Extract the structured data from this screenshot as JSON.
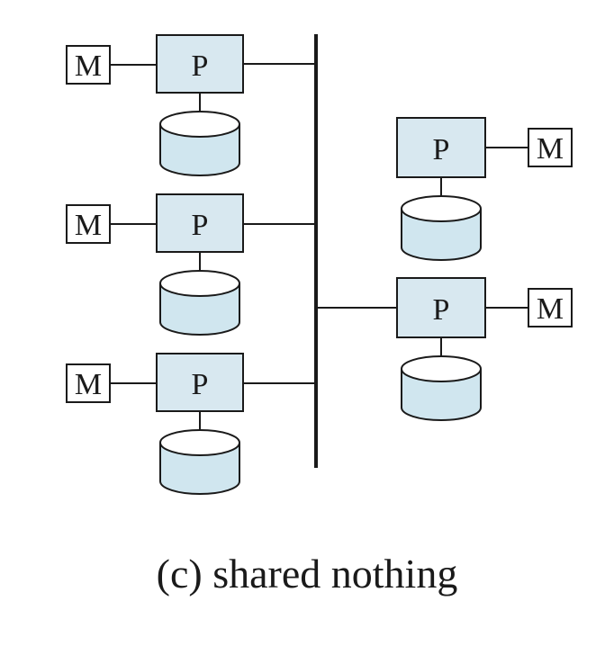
{
  "diagram": {
    "processor_label": "P",
    "memory_label": "M",
    "caption": "(c) shared nothing",
    "colors": {
      "stroke": "#1a1a1a",
      "box_fill": "#d8e8f0",
      "disk_fill": "#d0e6ef",
      "memory_fill": "#ffffff",
      "bus": "#1a1a1a"
    }
  }
}
